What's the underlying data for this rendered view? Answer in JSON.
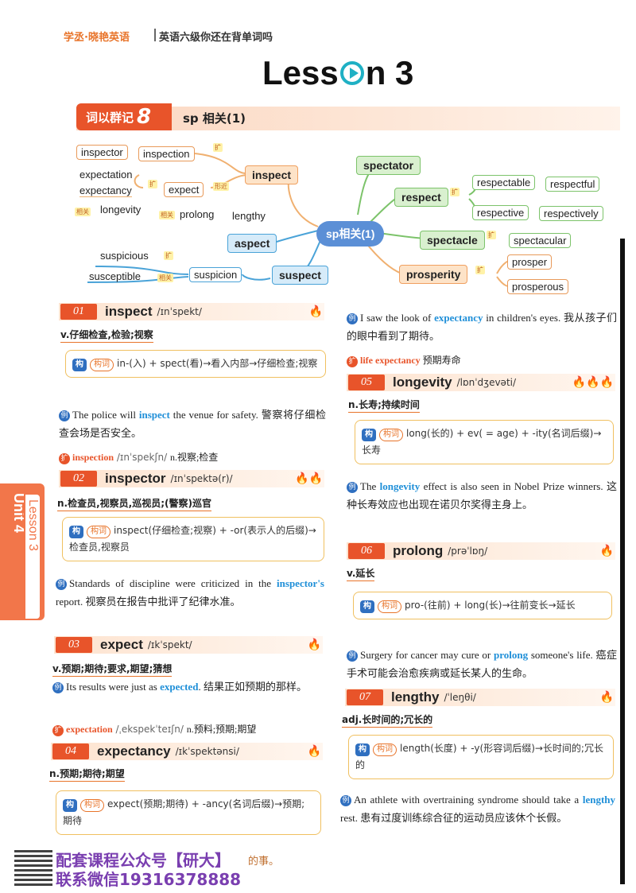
{
  "header": {
    "brand": "学丞·晓艳英语",
    "subtitle": "英语六级你还在背单词吗"
  },
  "lesson": {
    "prefix": "Less",
    "suffix": "n 3"
  },
  "group": {
    "tag": "词以群记",
    "num": "8",
    "title": "sp 相关(1)"
  },
  "map": {
    "center": "sp相关(1)",
    "inspect": "inspect",
    "inspector": "inspector",
    "inspection": "inspection",
    "expectation": "expectation",
    "expectancy": "expectancy",
    "expect": "expect",
    "longevity": "longevity",
    "prolong": "prolong",
    "lengthy": "lengthy",
    "aspect": "aspect",
    "suspect": "suspect",
    "suspicion": "suspicion",
    "suspicious": "suspicious",
    "susceptible": "susceptible",
    "spectator": "spectator",
    "respect": "respect",
    "respectable": "respectable",
    "respectful": "respectful",
    "respective": "respective",
    "respectively": "respectively",
    "spectacle": "spectacle",
    "spectacular": "spectacular",
    "prosperity": "prosperity",
    "prosper": "prosper",
    "prosperous": "prosperous",
    "tag_kuo": "扩",
    "tag_xj": "形近",
    "tag_xg": "相关"
  },
  "entries": {
    "e1": {
      "num": "01",
      "word": "inspect",
      "ipa": "/ɪnˈspekt/",
      "pos": "v.仔细检查,检验;视察",
      "gou_label": "构词",
      "gou": "in-(入) + spect(看)→看入内部→仔细检查;视察",
      "ex_a": "The police will ",
      "ex_hl": "inspect",
      "ex_b": " the venue for safety. 警察将仔细检查会场是否安全。",
      "ext_word": "inspection",
      "ext_ipa": " /ɪnˈspekʃn/ ",
      "ext_def": "n.视察;检查"
    },
    "e2": {
      "num": "02",
      "word": "inspector",
      "ipa": "/ɪnˈspektə(r)/",
      "pos": "n.检查员,视察员,巡视员;(警察)巡官",
      "gou_label": "构词",
      "gou": "inspect(仔细检查;视察) + -or(表示人的后缀)→检查员,视察员",
      "ex_a": "Standards of discipline were criticized in the ",
      "ex_hl": "inspector's",
      "ex_b": " report. 视察员在报告中批评了纪律水准。"
    },
    "e3": {
      "num": "03",
      "word": "expect",
      "ipa": "/ɪkˈspekt/",
      "pos": "v.预期;期待;要求,期望;猜想",
      "ex_a": "Its results were just as ",
      "ex_hl": "expected",
      "ex_b": ". 结果正如预期的那样。",
      "ext_word": "expectation",
      "ext_ipa": " /ˌekspekˈteɪʃn/ ",
      "ext_def": "n.预料;预期;期望"
    },
    "e4": {
      "num": "04",
      "word": "expectancy",
      "ipa": "/ɪkˈspektənsi/",
      "pos": "n.预期;期待;期望",
      "gou_label": "构词",
      "gou": "expect(预期;期待) + -ancy(名词后缀)→预期;期待",
      "ex_a": "I saw the look of ",
      "ex_hl": "expectancy",
      "ex_b": " in children's eyes. 我从孩子们的眼中看到了期待。",
      "ext_word": "life expectancy",
      "ext_def": " 预期寿命"
    },
    "e5": {
      "num": "05",
      "word": "longevity",
      "ipa": "/lɒnˈdʒevəti/",
      "pos": "n.长寿;持续时间",
      "gou_label": "构词",
      "gou": "long(长的) + ev( = age) + -ity(名词后缀)→长寿",
      "ex_a": "The ",
      "ex_hl": "longevity",
      "ex_b": " effect is also seen in Nobel Prize winners. 这种长寿效应也出现在诺贝尔奖得主身上。"
    },
    "e6": {
      "num": "06",
      "word": "prolong",
      "ipa": "/prəˈlɒŋ/",
      "pos": "v.延长",
      "gou_label": "构词",
      "gou": "pro-(往前) + long(长)→往前变长→延长",
      "ex_a": "Surgery for cancer may cure or ",
      "ex_hl": "prolong",
      "ex_b": " someone's life. 癌症手术可能会治愈疾病或延长某人的生命。"
    },
    "e7": {
      "num": "07",
      "word": "lengthy",
      "ipa": "/ˈleŋθi/",
      "pos": "adj.长时间的;冗长的",
      "gou_label": "构词",
      "gou": "length(长度) + -y(形容词后缀)→长时间的;冗长的",
      "ex_a": "An athlete with overtraining syndrome should take a ",
      "ex_hl": "lengthy",
      "ex_b": " rest. 患有过度训练综合征的运动员应该休个长假。"
    }
  },
  "icons": {
    "li": "例",
    "kuo": "扩",
    "gou": "构"
  },
  "side": {
    "unit": "Unit 4",
    "lesson": "Lesson 3"
  },
  "footer": {
    "line1": "配套课程公众号【研大】",
    "line2": "联系微信19316378888",
    "tail": "的事。"
  }
}
